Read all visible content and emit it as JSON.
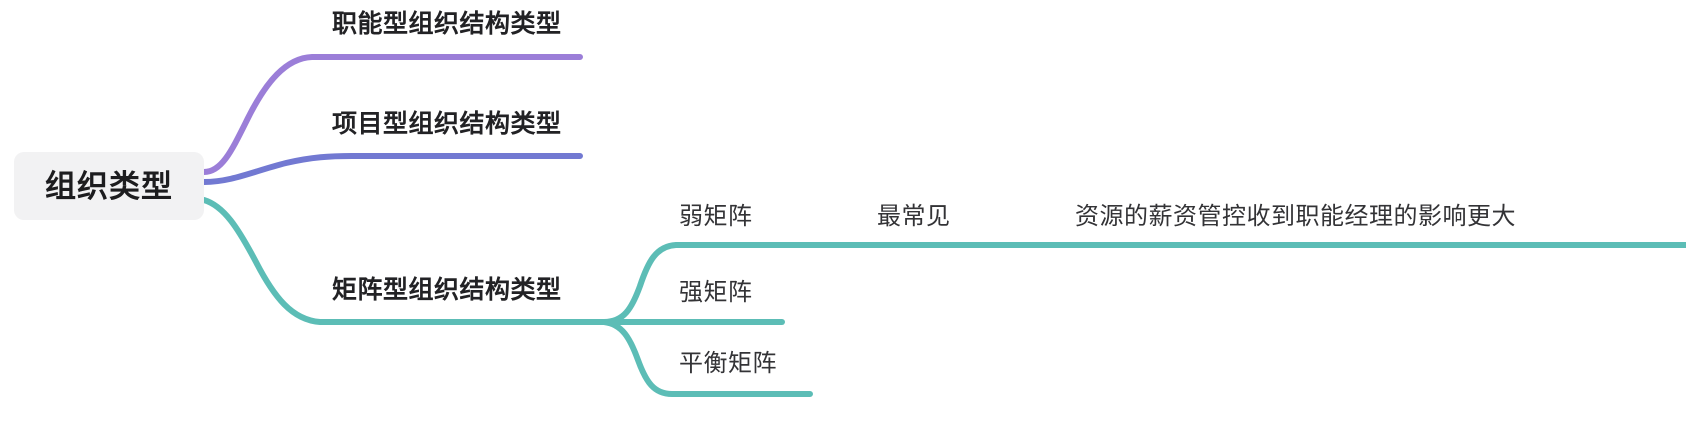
{
  "diagram": {
    "type": "mindmap",
    "title": "组织类型",
    "background_color": "#ffffff",
    "root": {
      "label": "组织类型",
      "box_fill": "#f2f2f3",
      "text_color": "#1d1d1f"
    },
    "branches": [
      {
        "id": "functional",
        "label": "职能型组织结构类型",
        "color": "#9b7ed8",
        "children": []
      },
      {
        "id": "project",
        "label": "项目型组织结构类型",
        "color": "#7279d2",
        "children": []
      },
      {
        "id": "matrix",
        "label": "矩阵型组织结构类型",
        "color": "#5cbdb6",
        "children": [
          {
            "id": "weak-matrix",
            "label": "弱矩阵",
            "children": [
              {
                "id": "most-common",
                "label": "最常见",
                "children": [
                  {
                    "id": "detail",
                    "label": "资源的薪资管控收到职能经理的影响更大"
                  }
                ]
              }
            ]
          },
          {
            "id": "strong-matrix",
            "label": "强矩阵",
            "children": []
          },
          {
            "id": "balanced-matrix",
            "label": "平衡矩阵",
            "children": []
          }
        ]
      }
    ]
  },
  "colors": {
    "purple_light": "#9b7ed8",
    "purple_blue": "#7279d2",
    "teal": "#5cbdb6",
    "root_box": "#f2f2f3",
    "text": "#2c2c2c"
  }
}
